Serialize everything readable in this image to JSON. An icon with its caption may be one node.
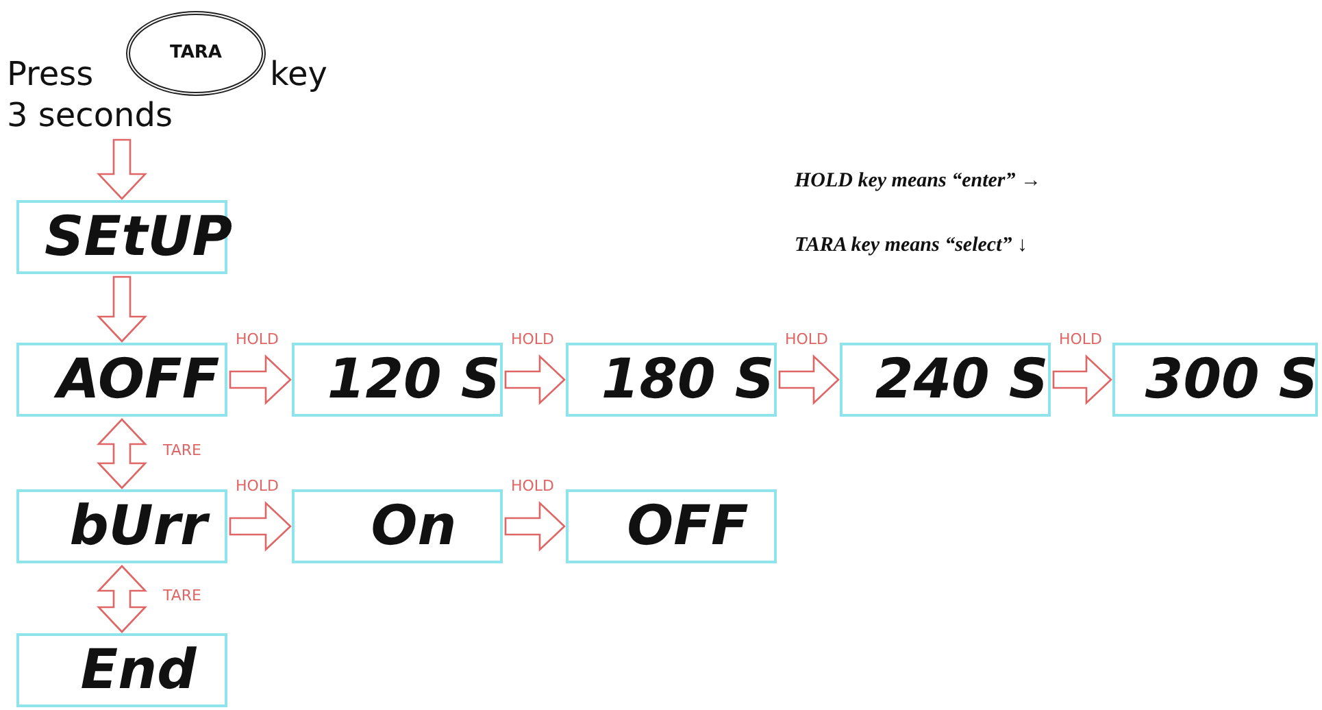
{
  "diagram": {
    "nodes": [
      {
        "text": [
          "Press",
          "key",
          "3 seconds"
        ]
      },
      {
        "text": [
          "TARA"
        ],
        "in": 0
      },
      {
        "text": [
          "SEtUP"
        ]
      },
      {
        "text": [
          "AOFF"
        ]
      },
      {
        "text": [
          "120 S"
        ]
      },
      {
        "text": [
          "180 S"
        ]
      },
      {
        "text": [
          "240 S"
        ]
      },
      {
        "text": [
          "300 S"
        ]
      },
      {
        "text": [
          "bUrr"
        ]
      },
      {
        "text": [
          "On"
        ]
      },
      {
        "text": [
          "OFF"
        ]
      },
      {
        "text": [
          "End"
        ]
      }
    ],
    "edges": [
      {
        "from": 0,
        "to": 2,
        "arrow": "to"
      },
      {
        "from": 2,
        "to": 3,
        "arrow": "to"
      },
      {
        "from": 3,
        "to": 4,
        "arrow": "to",
        "label": "HOLD"
      },
      {
        "from": 4,
        "to": 5,
        "arrow": "to",
        "label": "HOLD"
      },
      {
        "from": 5,
        "to": 6,
        "arrow": "to",
        "label": "HOLD"
      },
      {
        "from": 6,
        "to": 7,
        "arrow": "to",
        "label": "HOLD"
      },
      {
        "from": 3,
        "to": 8,
        "arrow": "both",
        "label": "TARE"
      },
      {
        "from": 8,
        "to": 9,
        "arrow": "to",
        "label": "HOLD"
      },
      {
        "from": 9,
        "to": 10,
        "arrow": "to",
        "label": "HOLD"
      },
      {
        "from": 8,
        "to": 11,
        "arrow": "both",
        "label": "TARE"
      }
    ],
    "labels": [
      "HOLD key means “enter” →",
      "TARA key means “select” ↓"
    ]
  }
}
